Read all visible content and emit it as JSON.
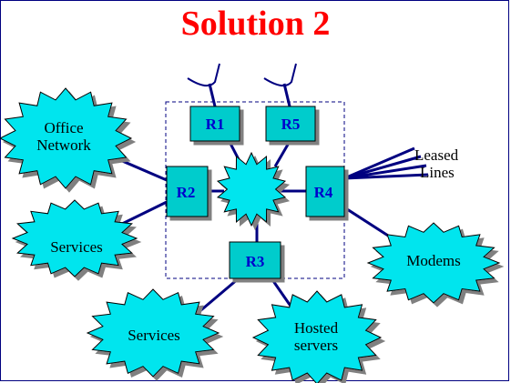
{
  "title": "Solution 2",
  "colors": {
    "title": "#ff0000",
    "router_fill": "#00cccc",
    "cloud_fill": "#00e5ee",
    "link": "#000080",
    "router_text": "#0000cc"
  },
  "routers": {
    "r1": "R1",
    "r2": "R2",
    "r3": "R3",
    "r4": "R4",
    "r5": "R5"
  },
  "clouds": {
    "office": [
      "Office",
      "Network"
    ],
    "services_left": [
      "Services"
    ],
    "services_bottom": [
      "Services"
    ],
    "hosted": [
      "Hosted",
      "servers"
    ],
    "modems": [
      "Modems"
    ]
  },
  "leased_lines": [
    "Leased",
    "Lines"
  ]
}
